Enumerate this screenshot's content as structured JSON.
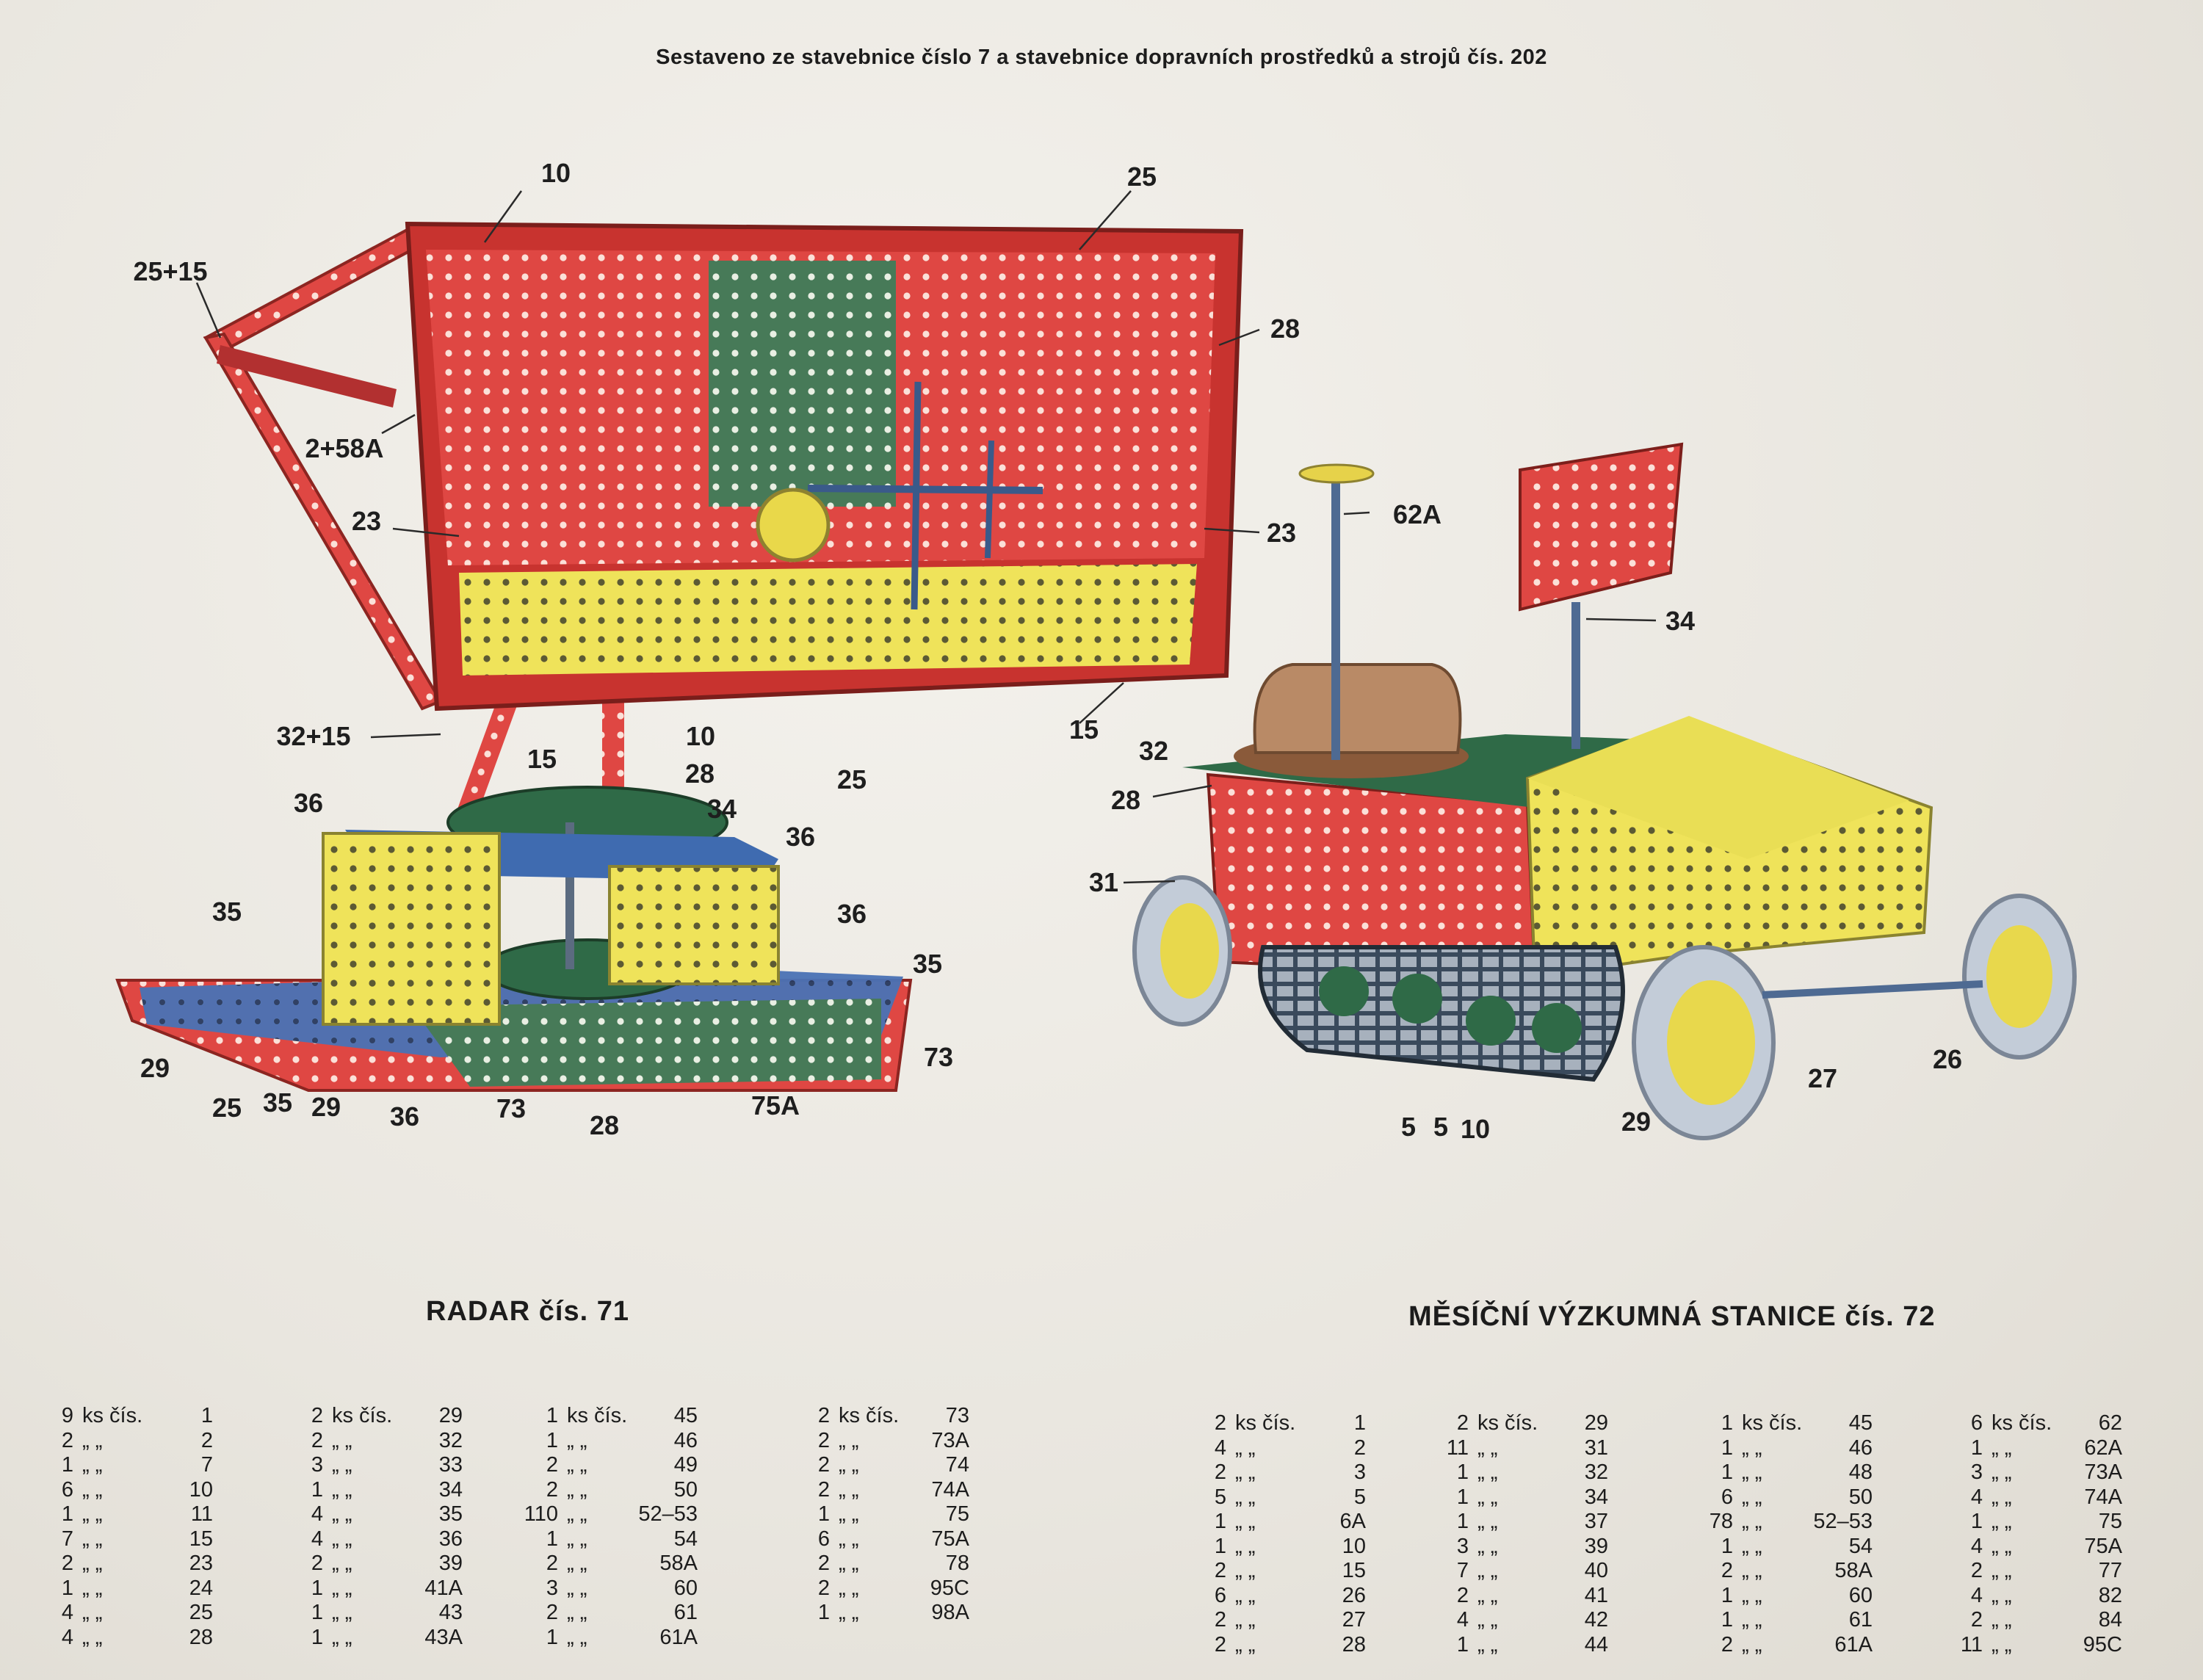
{
  "header": "Sestaveno ze stavebnice číslo 7 a stavebnice dopravních prostředků a strojů čís. 202",
  "radar": {
    "title": "RADAR čís. 71",
    "columns": [
      [
        [
          "9",
          "ks čís.",
          "1"
        ],
        [
          "2",
          "„ „",
          "2"
        ],
        [
          "1",
          "„ „",
          "7"
        ],
        [
          "6",
          "„ „",
          "10"
        ],
        [
          "1",
          "„ „",
          "11"
        ],
        [
          "7",
          "„ „",
          "15"
        ],
        [
          "2",
          "„ „",
          "23"
        ],
        [
          "1",
          "„ „",
          "24"
        ],
        [
          "4",
          "„ „",
          "25"
        ],
        [
          "4",
          "„ „",
          "28"
        ]
      ],
      [
        [
          "2",
          "ks čís.",
          "29"
        ],
        [
          "2",
          "„ „",
          "32"
        ],
        [
          "3",
          "„ „",
          "33"
        ],
        [
          "1",
          "„ „",
          "34"
        ],
        [
          "4",
          "„ „",
          "35"
        ],
        [
          "4",
          "„ „",
          "36"
        ],
        [
          "2",
          "„ „",
          "39"
        ],
        [
          "1",
          "„ „",
          "41A"
        ],
        [
          "1",
          "„ „",
          "43"
        ],
        [
          "1",
          "„ „",
          "43A"
        ]
      ],
      [
        [
          "1",
          "ks čís.",
          "45"
        ],
        [
          "1",
          "„ „",
          "46"
        ],
        [
          "2",
          "„ „",
          "49"
        ],
        [
          "2",
          "„ „",
          "50"
        ],
        [
          "110",
          "„ „",
          "52–53"
        ],
        [
          "1",
          "„ „",
          "54"
        ],
        [
          "2",
          "„ „",
          "58A"
        ],
        [
          "3",
          "„ „",
          "60"
        ],
        [
          "2",
          "„ „",
          "61"
        ],
        [
          "1",
          "„ „",
          "61A"
        ]
      ],
      [
        [
          "2",
          "ks čís.",
          "73"
        ],
        [
          "2",
          "„ „",
          "73A"
        ],
        [
          "2",
          "„ „",
          "74"
        ],
        [
          "2",
          "„ „",
          "74A"
        ],
        [
          "1",
          "„ „",
          "75"
        ],
        [
          "6",
          "„ „",
          "75A"
        ],
        [
          "2",
          "„ „",
          "78"
        ],
        [
          "2",
          "„ „",
          "95C"
        ],
        [
          "1",
          "„ „",
          "98A"
        ]
      ]
    ]
  },
  "station": {
    "title": "MĚSÍČNÍ VÝZKUMNÁ STANICE čís. 72",
    "columns": [
      [
        [
          "2",
          "ks čís.",
          "1"
        ],
        [
          "4",
          "„ „",
          "2"
        ],
        [
          "2",
          "„ „",
          "3"
        ],
        [
          "5",
          "„ „",
          "5"
        ],
        [
          "1",
          "„ „",
          "6A"
        ],
        [
          "1",
          "„ „",
          "10"
        ],
        [
          "2",
          "„ „",
          "15"
        ],
        [
          "6",
          "„ „",
          "26"
        ],
        [
          "2",
          "„ „",
          "27"
        ],
        [
          "2",
          "„ „",
          "28"
        ]
      ],
      [
        [
          "2",
          "ks čís.",
          "29"
        ],
        [
          "11",
          "„ „",
          "31"
        ],
        [
          "1",
          "„ „",
          "32"
        ],
        [
          "1",
          "„ „",
          "34"
        ],
        [
          "1",
          "„ „",
          "37"
        ],
        [
          "3",
          "„ „",
          "39"
        ],
        [
          "7",
          "„ „",
          "40"
        ],
        [
          "2",
          "„ „",
          "41"
        ],
        [
          "4",
          "„ „",
          "42"
        ],
        [
          "1",
          "„ „",
          "44"
        ]
      ],
      [
        [
          "1",
          "ks čís.",
          "45"
        ],
        [
          "1",
          "„ „",
          "46"
        ],
        [
          "1",
          "„ „",
          "48"
        ],
        [
          "6",
          "„ „",
          "50"
        ],
        [
          "78",
          "„ „",
          "52–53"
        ],
        [
          "1",
          "„ „",
          "54"
        ],
        [
          "2",
          "„ „",
          "58A"
        ],
        [
          "1",
          "„ „",
          "60"
        ],
        [
          "1",
          "„ „",
          "61"
        ],
        [
          "2",
          "„ „",
          "61A"
        ]
      ],
      [
        [
          "6",
          "ks čís.",
          "62"
        ],
        [
          "1",
          "„ „",
          "62A"
        ],
        [
          "3",
          "„ „",
          "73A"
        ],
        [
          "4",
          "„ „",
          "74A"
        ],
        [
          "1",
          "„ „",
          "75"
        ],
        [
          "4",
          "„ „",
          "75A"
        ],
        [
          "2",
          "„ „",
          "77"
        ],
        [
          "4",
          "„ „",
          "82"
        ],
        [
          "2",
          "„ „",
          "84"
        ],
        [
          "11",
          "„ „",
          "95C"
        ]
      ]
    ]
  },
  "callouts": {
    "radar": [
      "10",
      "25",
      "25+15",
      "28",
      "2+58A",
      "23",
      "23",
      "32+15",
      "15",
      "10",
      "25",
      "15",
      "32",
      "28",
      "36",
      "34",
      "36",
      "35",
      "36",
      "35",
      "29",
      "25",
      "35",
      "29",
      "36",
      "73",
      "28",
      "75A",
      "73"
    ],
    "station": [
      "62A",
      "34",
      "28",
      "31",
      "5",
      "5",
      "10",
      "29",
      "27",
      "26"
    ]
  },
  "colors": {
    "red": "#de4440",
    "yellow": "#f0e658",
    "green": "#3f7a52",
    "blue": "#3f6bb0",
    "paper": "#eceae4"
  }
}
